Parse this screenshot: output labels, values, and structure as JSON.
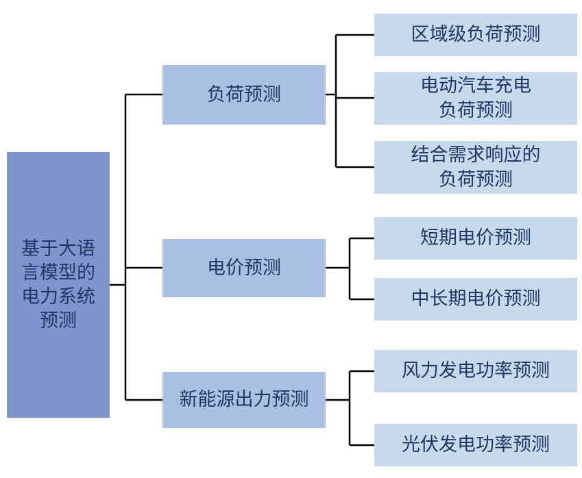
{
  "diagram": {
    "root": {
      "label": "基于大语\n言模型的\n电力系统\n预测"
    },
    "branches": [
      {
        "label": "负荷预测",
        "children": [
          {
            "label": "区域级负荷预测"
          },
          {
            "label": "电动汽车充电\n负荷预测"
          },
          {
            "label": "结合需求响应的\n负荷预测"
          }
        ]
      },
      {
        "label": "电价预测",
        "children": [
          {
            "label": "短期电价预测"
          },
          {
            "label": "中长期电价预测"
          }
        ]
      },
      {
        "label": "新能源出力预测",
        "children": [
          {
            "label": "风力发电功率预测"
          },
          {
            "label": "光伏发电功率预测"
          }
        ]
      }
    ],
    "colors": {
      "root_fill": "#7d96cb",
      "branch_fill": "#a9c0e2",
      "leaf_fill": "#c9d9ec",
      "text": "#1f3864",
      "line": "#000000"
    }
  }
}
